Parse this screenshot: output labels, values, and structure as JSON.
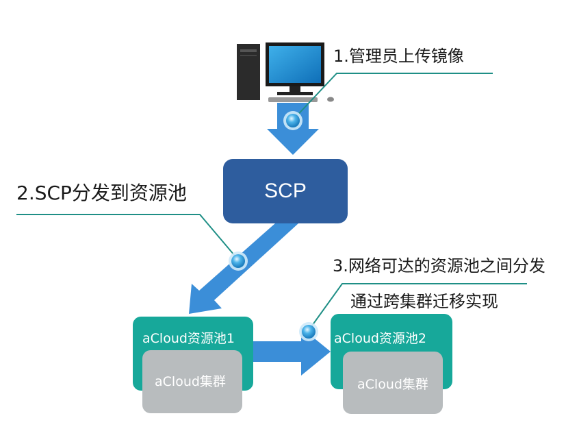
{
  "labels": {
    "step1": "1.管理员上传镜像",
    "step2": "2.SCP分发到资源池",
    "step3_line1": "3.网络可达的资源池之间分发",
    "step3_line2": "通过跨集群迁移实现"
  },
  "nodes": {
    "scp": "SCP",
    "pool1": {
      "title": "aCloud资源池1",
      "cluster": "aCloud集群"
    },
    "pool2": {
      "title": "aCloud资源池2",
      "cluster": "aCloud集群"
    }
  },
  "colors": {
    "arrow": "#3b8ed8",
    "scp_box": "#2e5d9e",
    "pool_box": "#17a89a",
    "cluster_box": "#b8bcbe",
    "leader_line": "#1f8f86",
    "bubble": "#3aa6e0"
  }
}
